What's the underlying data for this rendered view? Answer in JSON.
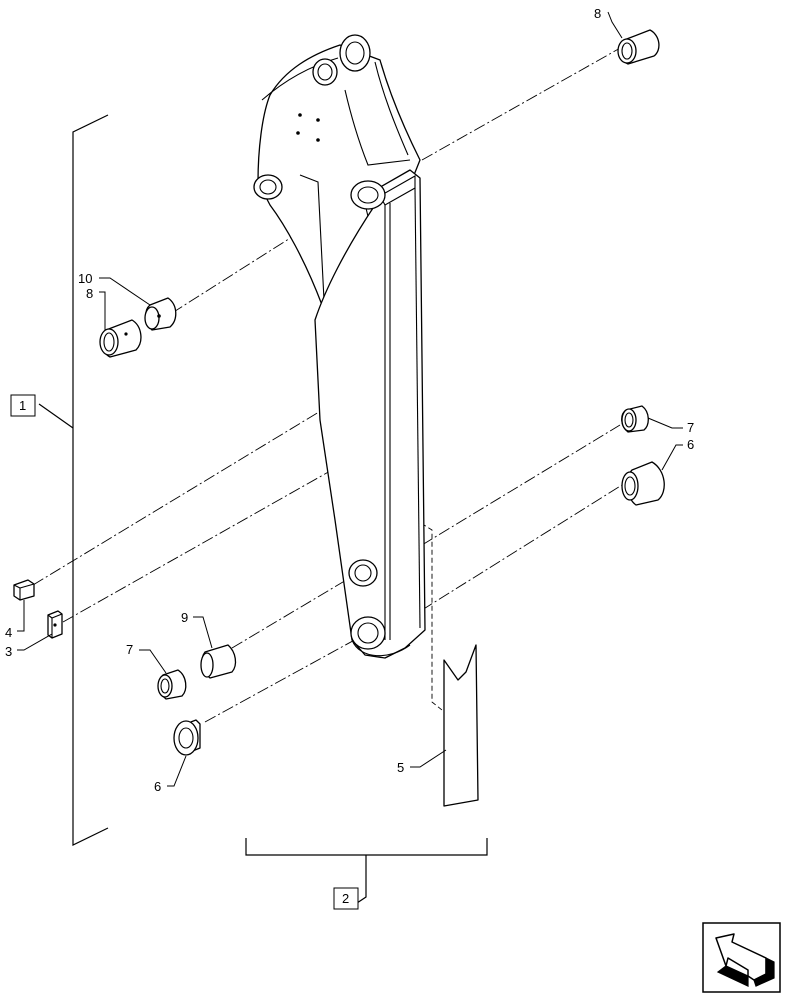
{
  "callouts": {
    "c1": "1",
    "c2": "2",
    "c3": "3",
    "c4": "4",
    "c5": "5",
    "c6a": "6",
    "c6b": "6",
    "c7a": "7",
    "c7b": "7",
    "c8a": "8",
    "c8b": "8",
    "c9": "9",
    "c10": "10"
  },
  "icons": {
    "nav": "arrow-navigation-icon"
  }
}
